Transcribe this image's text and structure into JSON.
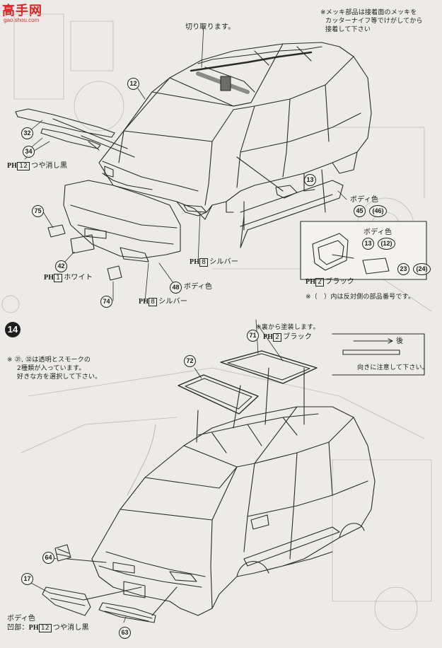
{
  "watermark": {
    "brand": "高手网",
    "url": "gao.shou.com"
  },
  "notes": {
    "plating_note_l1": "※メッキ部品は接着面のメッキを",
    "plating_note_l2": "カッターナイフ等でけがしてから",
    "plating_note_l3": "接着して下さい",
    "cut_off": "切り取ります。",
    "mirror_body_color": "ボディ色",
    "opposite_note": "※（　）内は反対側の部品番号です。",
    "paint_from_back": "※裏から塗装します。",
    "rear_label": "後",
    "direction_note": "向きに注意して下さい。",
    "clear_smoke_l1": "※ ㉛, ㉜は透明とスモークの",
    "clear_smoke_l2": "2種類が入っています。",
    "clear_smoke_l3": "好きな方を選択して下さい。",
    "body_color_recess": "ボディ色",
    "recess_label": "凹部："
  },
  "paints": {
    "ph_prefix": "PH",
    "flat_black": {
      "code": "12",
      "name": "つや消し黒"
    },
    "white": {
      "code": "1",
      "name": "ホワイト"
    },
    "silver": {
      "code": "8",
      "name": "シルバー"
    },
    "black": {
      "code": "2",
      "name": "ブラック"
    },
    "body_color": "ボディ色"
  },
  "step": {
    "number": "14"
  },
  "parts": {
    "p12": "12",
    "p32": "32",
    "p34": "34",
    "p75": "75",
    "p42": "42",
    "p74": "74",
    "p48": "48",
    "p13": "13",
    "p45": "45",
    "p46": "46",
    "p13b": "13",
    "p12b": "12",
    "p23": "23",
    "p24": "24",
    "p71": "71",
    "p72": "72",
    "p64": "64",
    "p17": "17",
    "p63": "63"
  }
}
